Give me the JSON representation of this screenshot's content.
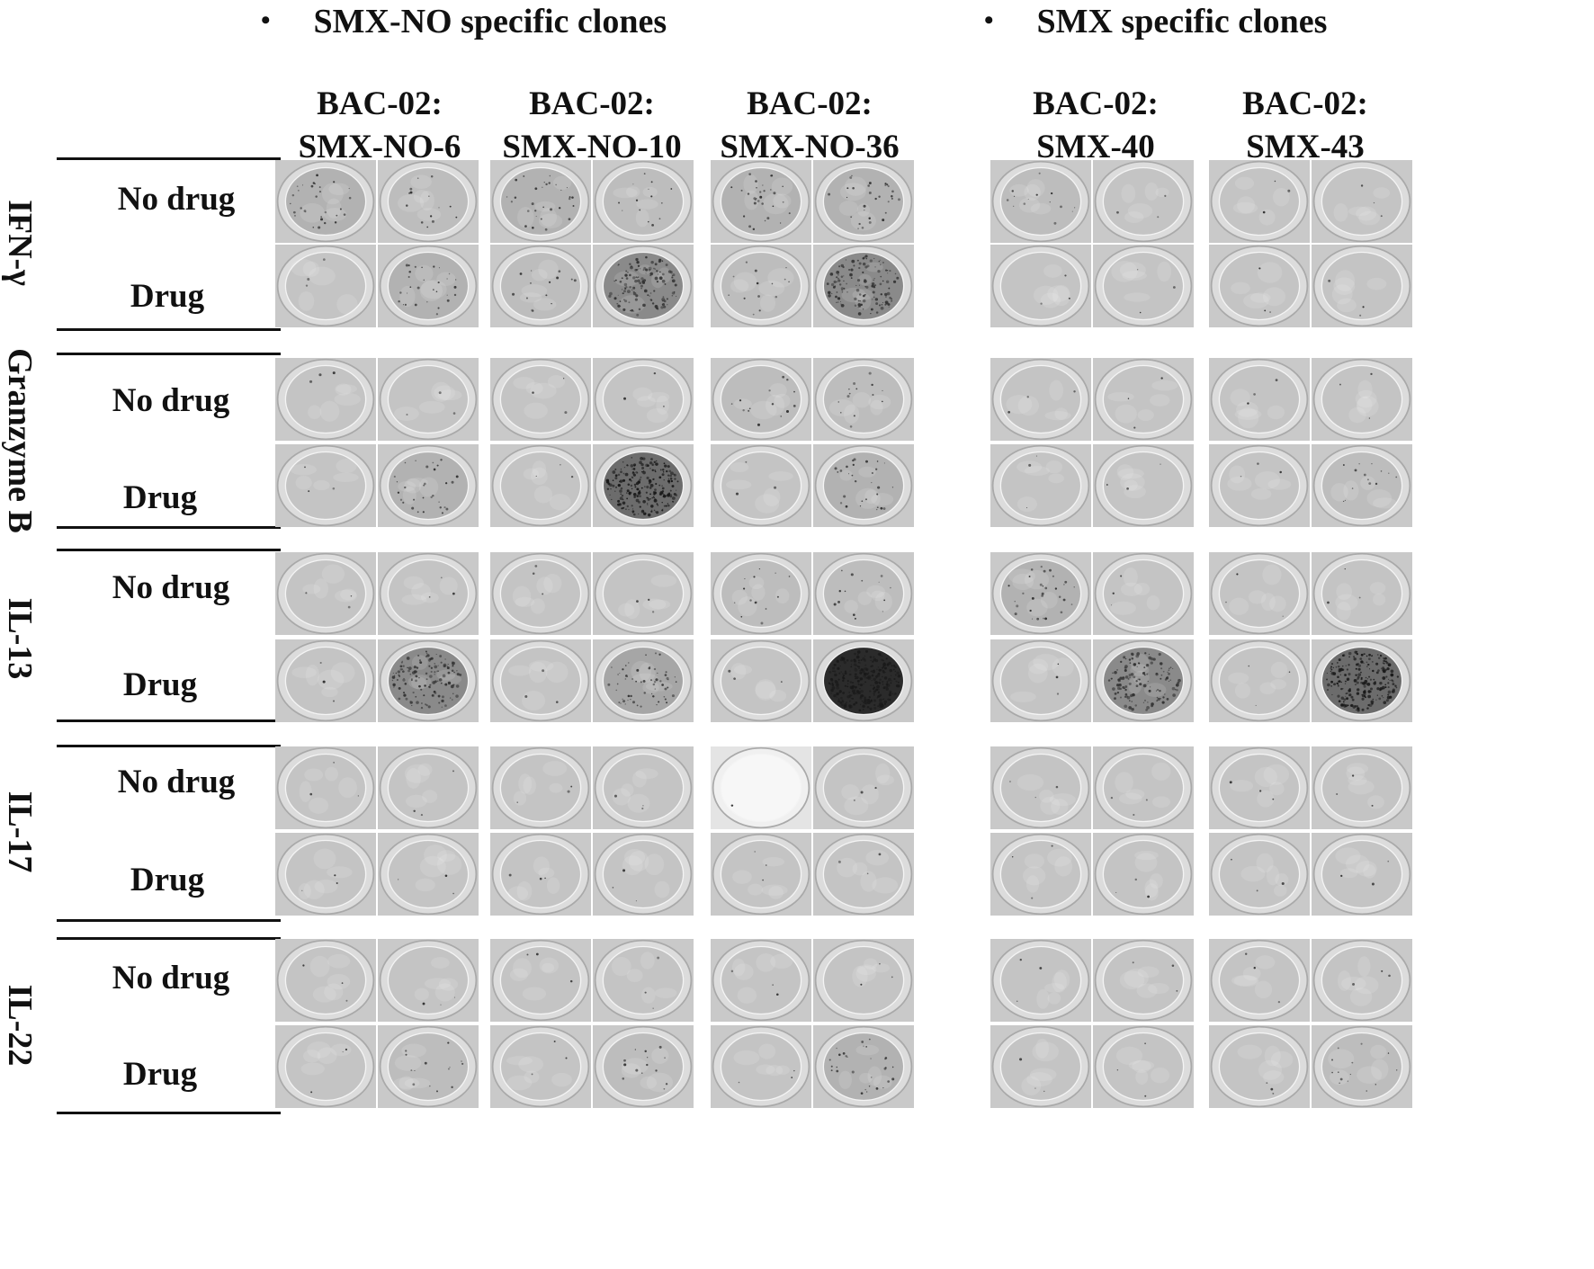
{
  "groups": [
    {
      "title": "SMX-NO specific clones"
    },
    {
      "title": "SMX  specific clones"
    }
  ],
  "bullet": "•",
  "clones": [
    {
      "line1": "BAC-02:",
      "line2": "SMX-NO-6"
    },
    {
      "line1": "BAC-02:",
      "line2": "SMX-NO-10"
    },
    {
      "line1": "BAC-02:",
      "line2": "SMX-NO-36"
    },
    {
      "line1": "BAC-02:",
      "line2": "SMX-40"
    },
    {
      "line1": "BAC-02:",
      "line2": "SMX-43"
    }
  ],
  "cytokines": [
    {
      "name": "IFN-γ"
    },
    {
      "name": "Granzyme  B"
    },
    {
      "name": "IL-13"
    },
    {
      "name": "IL-17"
    },
    {
      "name": "IL-22"
    }
  ],
  "conditions": {
    "no_drug": "No drug",
    "drug": "Drug"
  },
  "spot_levels": [
    [
      [
        2,
        1
      ],
      [
        2,
        1
      ],
      [
        2,
        2
      ],
      [
        1,
        0
      ],
      [
        0,
        0
      ]
    ],
    [
      [
        0,
        2
      ],
      [
        1,
        4
      ],
      [
        1,
        4
      ],
      [
        0,
        0
      ],
      [
        0,
        0
      ]
    ],
    [
      [
        0,
        0
      ],
      [
        0,
        0
      ],
      [
        1,
        1
      ],
      [
        0,
        0
      ],
      [
        0,
        0
      ]
    ],
    [
      [
        0,
        2
      ],
      [
        0,
        5
      ],
      [
        0,
        2
      ],
      [
        0,
        0
      ],
      [
        0,
        1
      ]
    ],
    [
      [
        0,
        0
      ],
      [
        0,
        0
      ],
      [
        1,
        1
      ],
      [
        2,
        0
      ],
      [
        0,
        0
      ]
    ],
    [
      [
        0,
        4
      ],
      [
        0,
        3
      ],
      [
        0,
        6
      ],
      [
        0,
        4
      ],
      [
        0,
        5
      ]
    ],
    [
      [
        0,
        0
      ],
      [
        0,
        0
      ],
      [
        -1,
        0
      ],
      [
        0,
        0
      ],
      [
        0,
        0
      ]
    ],
    [
      [
        0,
        0
      ],
      [
        0,
        0
      ],
      [
        0,
        0
      ],
      [
        0,
        0
      ],
      [
        0,
        0
      ]
    ],
    [
      [
        0,
        0
      ],
      [
        0,
        0
      ],
      [
        0,
        0
      ],
      [
        0,
        0
      ],
      [
        0,
        0
      ]
    ],
    [
      [
        0,
        1
      ],
      [
        0,
        1
      ],
      [
        0,
        2
      ],
      [
        0,
        0
      ],
      [
        0,
        1
      ]
    ]
  ],
  "colors": {
    "text": "#111111",
    "well_bg": "#cfcfcf"
  }
}
